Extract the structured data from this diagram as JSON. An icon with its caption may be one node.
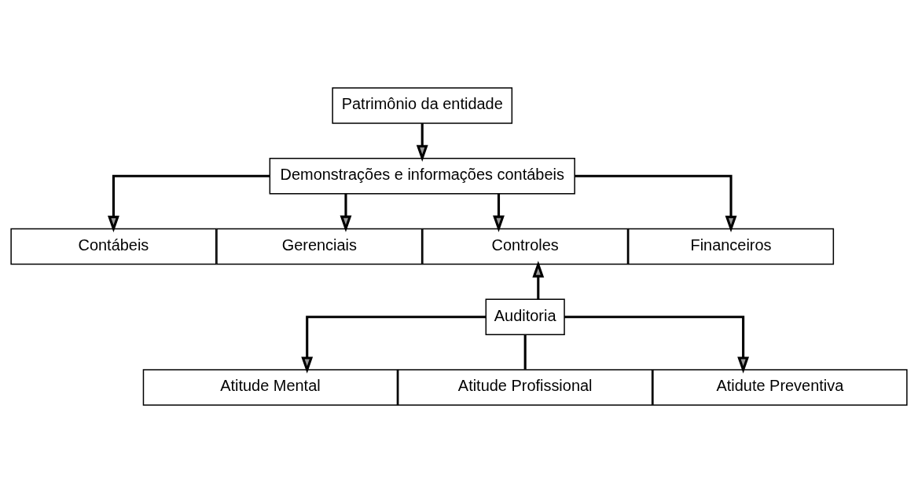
{
  "diagram": {
    "nodes": [
      {
        "text": [
          "Patrimônio da entidade"
        ]
      },
      {
        "text": [
          "Demonstrações e informações contábeis"
        ]
      },
      {
        "text": [
          "Contábeis"
        ]
      },
      {
        "text": [
          "Gerenciais"
        ]
      },
      {
        "text": [
          "Controles"
        ]
      },
      {
        "text": [
          "Financeiros"
        ]
      },
      {
        "text": [
          "Auditoria"
        ]
      },
      {
        "text": [
          "Atitude Mental"
        ]
      },
      {
        "text": [
          "Atitude Profissional"
        ]
      },
      {
        "text": [
          "Atidute Preventiva"
        ]
      }
    ],
    "edges": [
      {
        "from": 0,
        "to": 1,
        "arrow": "to"
      },
      {
        "from": 1,
        "to": 2,
        "arrow": "to"
      },
      {
        "from": 1,
        "to": 3,
        "arrow": "to"
      },
      {
        "from": 1,
        "to": 4,
        "arrow": "to"
      },
      {
        "from": 1,
        "to": 5,
        "arrow": "to"
      },
      {
        "from": 6,
        "to": 4,
        "arrow": "to"
      },
      {
        "from": 6,
        "to": 7,
        "arrow": "to"
      },
      {
        "from": 6,
        "to": 8,
        "arrow": "none"
      },
      {
        "from": 6,
        "to": 9,
        "arrow": "to"
      }
    ]
  }
}
